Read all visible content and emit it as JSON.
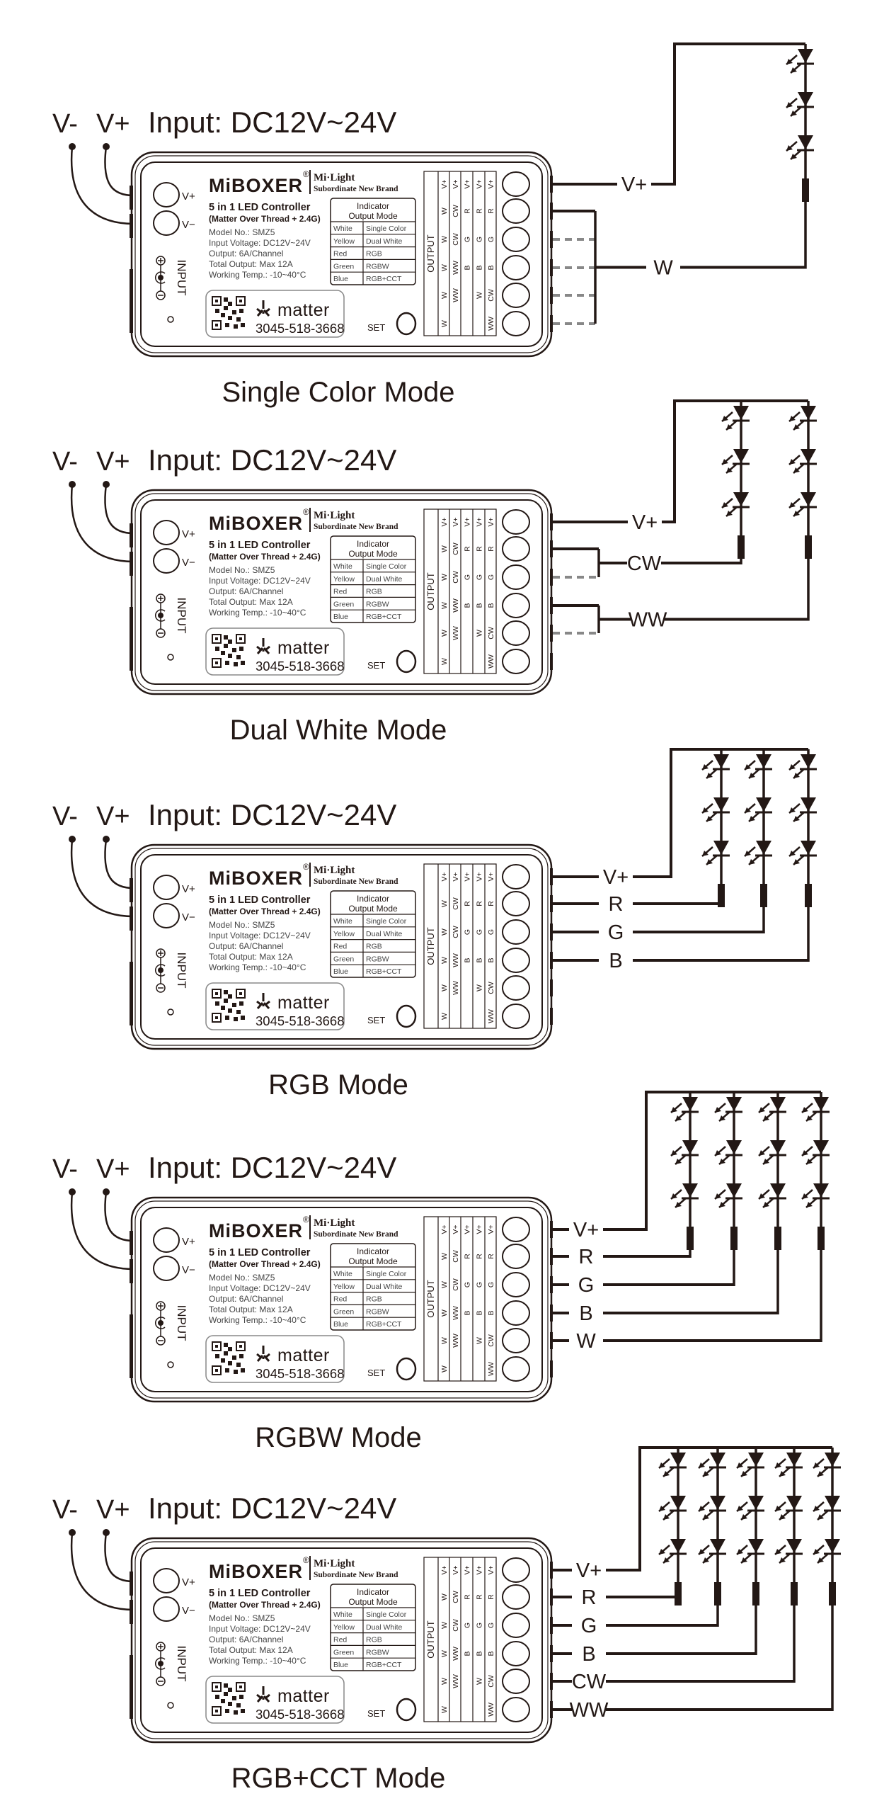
{
  "input": {
    "v_minus": "V-",
    "v_plus": "V+",
    "label": "Input: DC12V~24V"
  },
  "controller": {
    "brand": "MiBOXER",
    "registered": "®",
    "sub_brand": "Mi·Light",
    "sub_brand_tagline": "Subordinate New Brand",
    "product": "5 in 1 LED Controller",
    "protocol": "(Matter Over Thread + 2.4G)",
    "specs": [
      "Model No.: SMZ5",
      "Input Voltage: DC12V~24V",
      "Output: 6A/Channel",
      "Total Output: Max 12A",
      "Working Temp.: -10~40°C"
    ],
    "input_terminals": [
      "V+",
      "V−"
    ],
    "input_label": "INPUT",
    "indicator_table": {
      "header": [
        "Indicator",
        "Output Mode"
      ],
      "rows": [
        [
          "White",
          "Single Color"
        ],
        [
          "Yellow",
          "Dual White"
        ],
        [
          "Red",
          "RGB"
        ],
        [
          "Green",
          "RGBW"
        ],
        [
          "Blue",
          "RGB+CCT"
        ]
      ]
    },
    "matter": {
      "label": "matter",
      "code": "3045-518-3668"
    },
    "set_label": "SET",
    "output_label": "OUTPUT",
    "output_columns": [
      [
        "V+",
        "W",
        "W",
        "W",
        "W",
        "W"
      ],
      [
        "V+",
        "CW",
        "CW",
        "WW",
        "WW",
        ""
      ],
      [
        "V+",
        "R",
        "G",
        "B",
        "",
        ""
      ],
      [
        "V+",
        "R",
        "G",
        "B",
        "W",
        ""
      ],
      [
        "V+",
        "R",
        "G",
        "B",
        "CW",
        "WW"
      ]
    ]
  },
  "sections": [
    {
      "mode": "Single Color Mode",
      "wires": [
        {
          "label": "V+"
        },
        {
          "label": "W"
        }
      ]
    },
    {
      "mode": "Dual White Mode",
      "wires": [
        {
          "label": "V+"
        },
        {
          "label": "CW"
        },
        {
          "label": "WW"
        }
      ]
    },
    {
      "mode": "RGB Mode",
      "wires": [
        {
          "label": "V+"
        },
        {
          "label": "R"
        },
        {
          "label": "G"
        },
        {
          "label": "B"
        }
      ]
    },
    {
      "mode": "RGBW Mode",
      "wires": [
        {
          "label": "V+"
        },
        {
          "label": "R"
        },
        {
          "label": "G"
        },
        {
          "label": "B"
        },
        {
          "label": "W"
        }
      ]
    },
    {
      "mode": "RGB+CCT Mode",
      "wires": [
        {
          "label": "V+"
        },
        {
          "label": "R"
        },
        {
          "label": "G"
        },
        {
          "label": "B"
        },
        {
          "label": "CW"
        },
        {
          "label": "WW"
        }
      ]
    }
  ],
  "colors": {
    "ink": "#231815",
    "dashed_wire": "#888888"
  }
}
